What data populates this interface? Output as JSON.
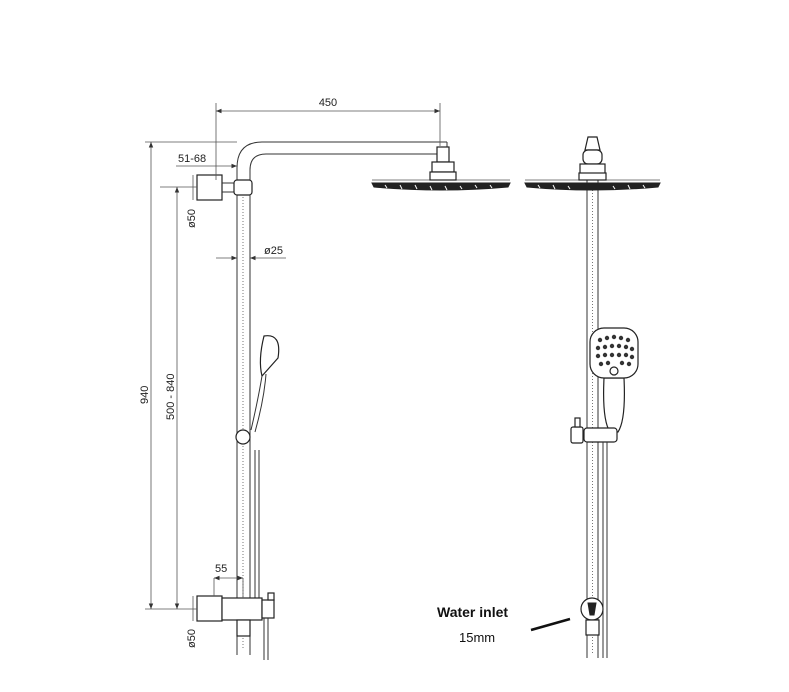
{
  "dimensions": {
    "arm_length": "450",
    "wall_offset": "51-68",
    "flange_top_diameter": "ø50",
    "rail_diameter": "ø25",
    "total_height": "940",
    "adjustable_height": "500 - 840",
    "bottom_offset": "55",
    "flange_bottom_diameter": "ø50"
  },
  "callout": {
    "title": "Water inlet",
    "subtitle": "15mm"
  }
}
